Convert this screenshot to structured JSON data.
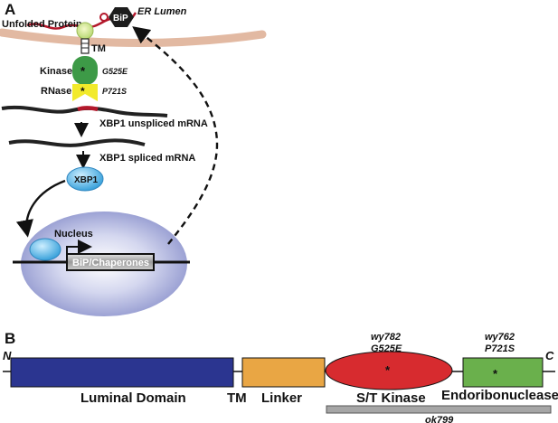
{
  "panel_a": {
    "letter": "A",
    "unfolded_protein": "Unfolded Protein",
    "bip": "BiP",
    "er_lumen": "ER Lumen",
    "tm": "TM",
    "kinase": "Kinase",
    "kinase_mutation": "G525E",
    "rnase": "RNase",
    "rnase_mutation": "P721S",
    "star": "*",
    "xbp1_unspliced": "XBP1 unspliced mRNA",
    "xbp1_spliced": "XBP1 spliced mRNA",
    "xbp1": "XBP1",
    "nucleus": "Nucleus",
    "bip_chaperones": "BiP/Chaperones"
  },
  "panel_b": {
    "letter": "B",
    "n_terminus": "N",
    "c_terminus": "C",
    "luminal_domain": "Luminal Domain",
    "tm": "TM",
    "linker": "Linker",
    "st_kinase": "S/T Kinase",
    "endoribonuclease": "Endoribonuclease",
    "kinase_allele": "wy782",
    "kinase_mutation": "G525E",
    "rnase_allele": "wy762",
    "rnase_mutation": "P721S",
    "deletion_allele": "ok799",
    "star": "*"
  },
  "colors": {
    "membrane": "#e2b9a2",
    "luminal": "#2b3590",
    "linker": "#e9a644",
    "kinase_b": "#d72b2f",
    "endoribonuclease": "#6ab04c",
    "kinase_a": "#3d9a47",
    "rnase_a": "#f2ea2b",
    "bip": "#1c1c1c",
    "xbp1": "#5fb8e6",
    "nucleus": "#aeb3dd",
    "deletion_bar": "#a6a6a6"
  }
}
